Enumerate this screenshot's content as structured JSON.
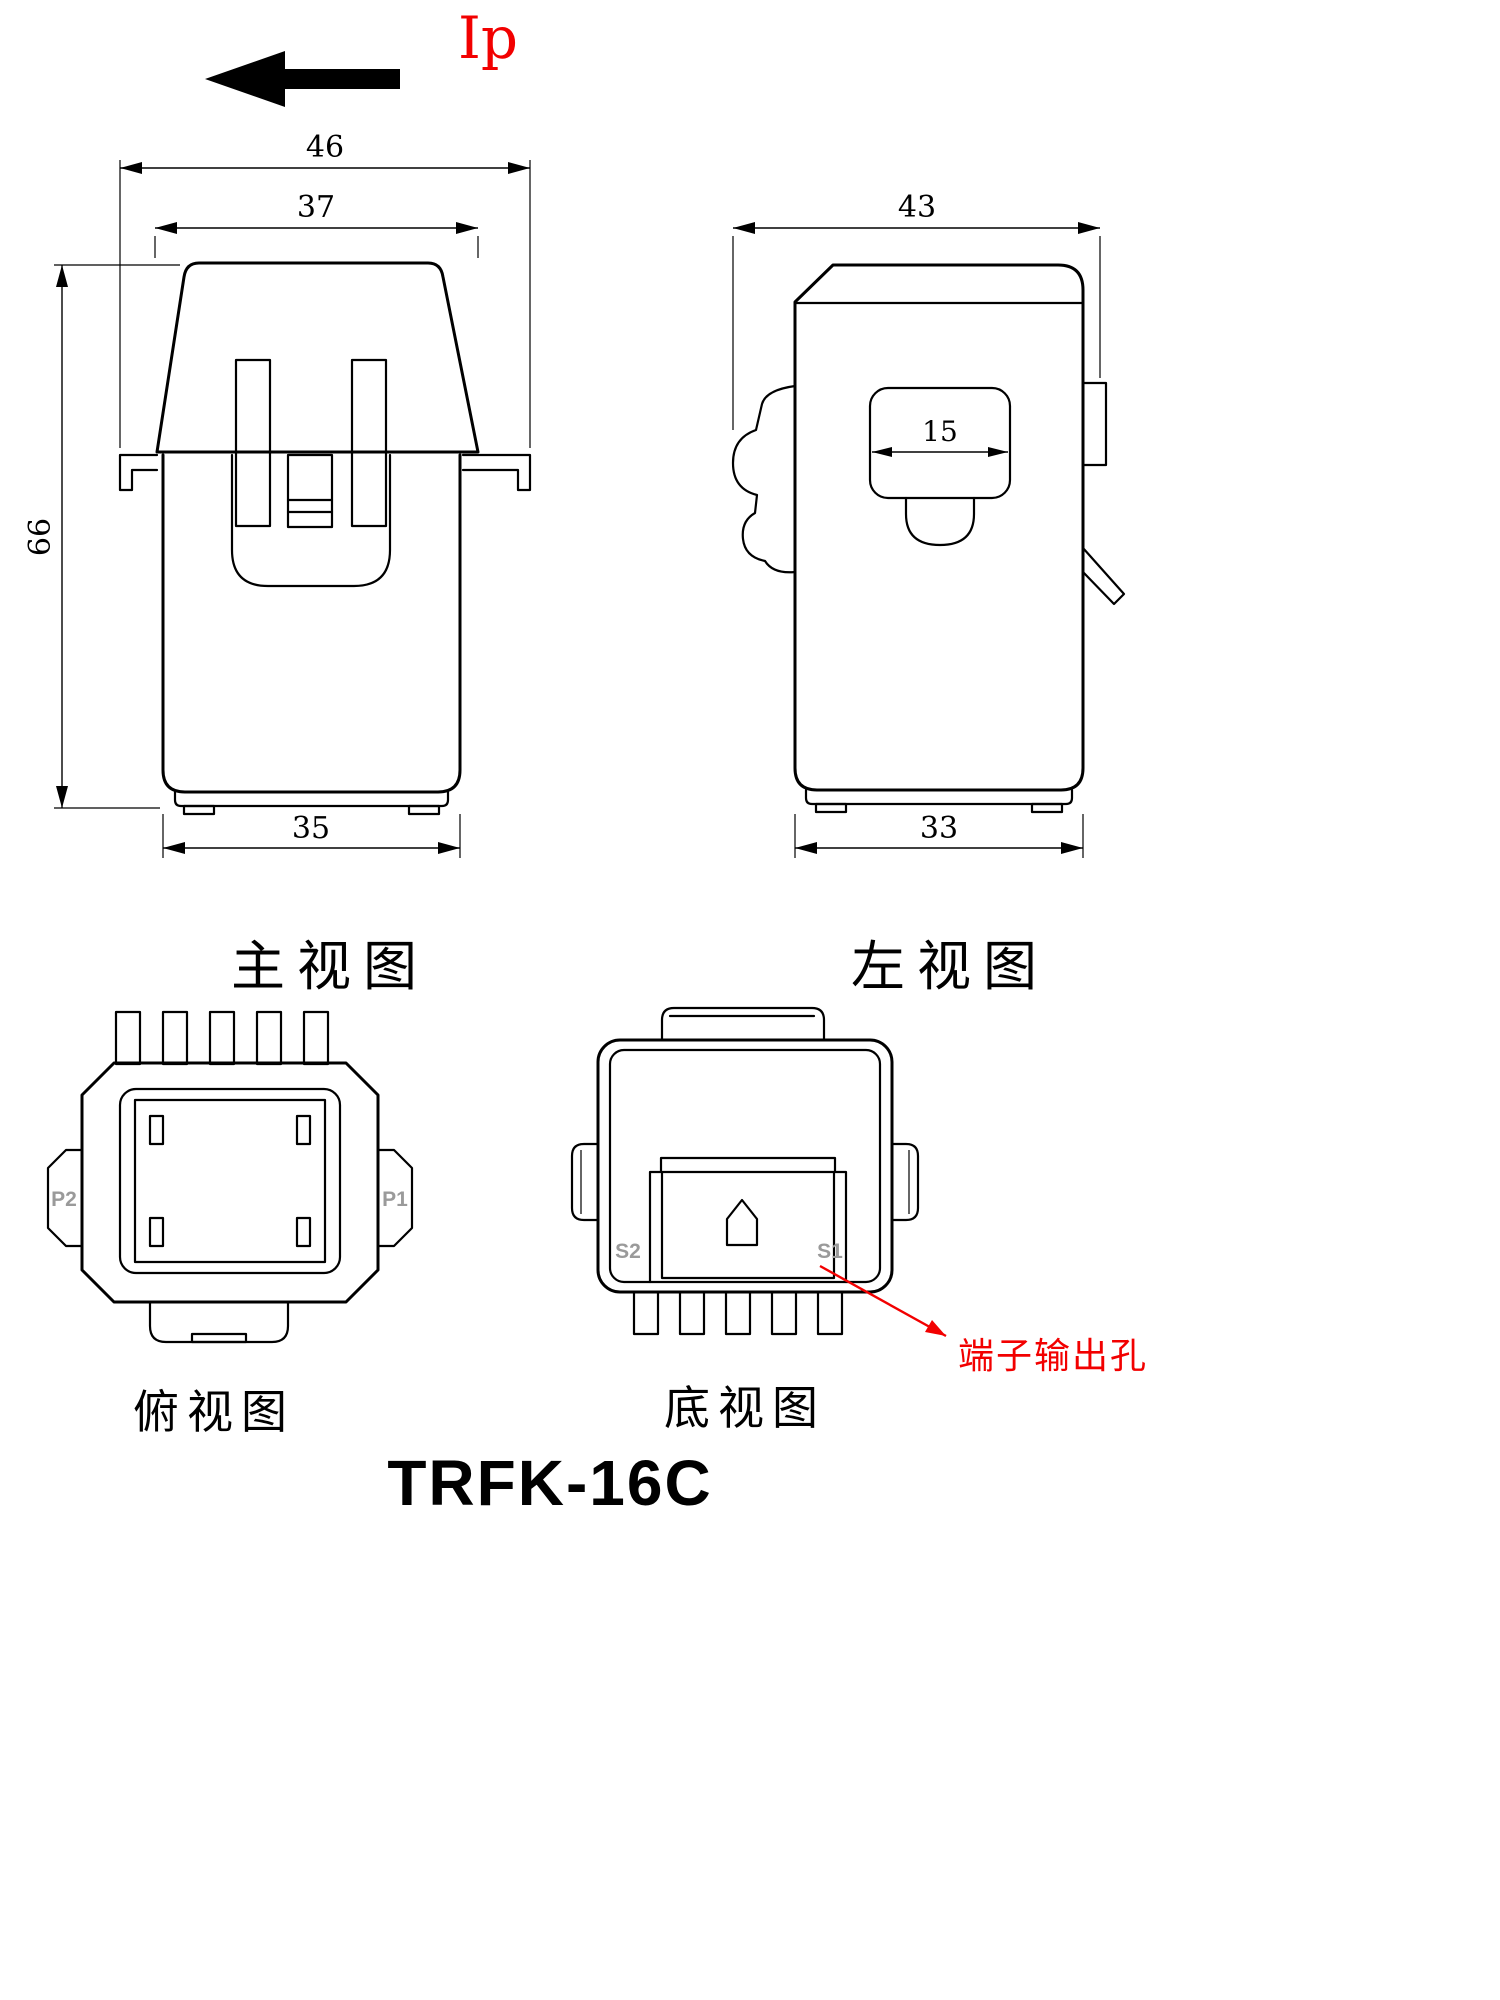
{
  "page": {
    "background": "#ffffff"
  },
  "colors": {
    "line": "#000000",
    "red": "#f20000",
    "gray_label": "#9a9a9a"
  },
  "ip": {
    "label": "Ip"
  },
  "front_view": {
    "label": "主视图",
    "dim_overall_width": "46",
    "dim_top_width": "37",
    "dim_height": "66",
    "dim_bottom_width": "35"
  },
  "left_view": {
    "label": "左视图",
    "dim_overall_depth": "43",
    "dim_window_width": "15",
    "dim_bottom_depth": "33"
  },
  "top_view": {
    "label": "俯视图",
    "port_left": "P2",
    "port_right": "P1"
  },
  "bottom_view": {
    "label": "底视图",
    "terminal_left": "S2",
    "terminal_right": "S1",
    "annotation": "端子输出孔"
  },
  "product": {
    "model": "TRFK-16C"
  }
}
